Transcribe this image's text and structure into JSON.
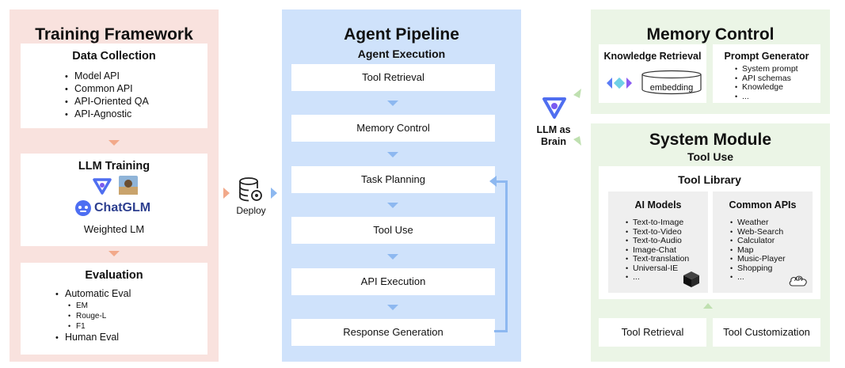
{
  "training_framework": {
    "title": "Training Framework",
    "data_collection": {
      "title": "Data Collection",
      "items": [
        "Model API",
        "Common API",
        "API-Oriented QA",
        "API-Agnostic"
      ]
    },
    "llm_training": {
      "title": "LLM Training",
      "chatglm_logo_text": "ChatGLM",
      "caption": "Weighted LM"
    },
    "evaluation": {
      "title": "Evaluation",
      "automatic_label": "Automatic Eval",
      "automatic_items": [
        "EM",
        "Rouge-L",
        "F1"
      ],
      "human_label": "Human Eval"
    }
  },
  "deploy": {
    "label": "Deploy"
  },
  "agent_pipeline": {
    "title": "Agent Pipeline",
    "subtitle": "Agent Execution",
    "steps": [
      "Tool Retrieval",
      "Memory Control",
      "Task Planning",
      "Tool Use",
      "API Execution",
      "Response Generation"
    ]
  },
  "brain": {
    "label_line1": "LLM as",
    "label_line2": "Brain"
  },
  "memory_control": {
    "title": "Memory Control",
    "knowledge_retrieval": {
      "title": "Knowledge Retrieval",
      "db_label": "embedding"
    },
    "prompt_generator": {
      "title": "Prompt Generator",
      "items": [
        "System prompt",
        "API schemas",
        "Knowledge",
        "..."
      ]
    }
  },
  "system_module": {
    "title": "System Module",
    "subtitle": "Tool Use",
    "tool_library": {
      "title": "Tool Library",
      "ai_models": {
        "title": "AI Models",
        "items": [
          "Text-to-Image",
          "Text-to-Video",
          "Text-to-Audio",
          "Image-Chat",
          "Text-translation",
          "Universal-IE",
          "..."
        ]
      },
      "common_apis": {
        "title": "Common APIs",
        "items": [
          "Weather",
          "Web-Search",
          "Calculator",
          "Map",
          "Music-Player",
          "Shopping",
          "..."
        ],
        "badge": "API"
      }
    },
    "tool_retrieval": "Tool Retrieval",
    "tool_customization": "Tool Customization"
  },
  "colors": {
    "training_bg": "#f9e2de",
    "pipeline_bg": "#cfe2fb",
    "system_bg": "#ebf5e6",
    "arrow_orange": "#f2a98a",
    "arrow_blue": "#8db8f0",
    "arrow_green": "#bfe0b0"
  },
  "icons": [
    "model-logo-icon",
    "photo-avatar-icon",
    "chatglm-logo-icon",
    "database-gear-icon",
    "llm-brain-logo-icon",
    "embedding-logo-icon",
    "database-icon",
    "cube-icon",
    "api-cloud-icon"
  ]
}
